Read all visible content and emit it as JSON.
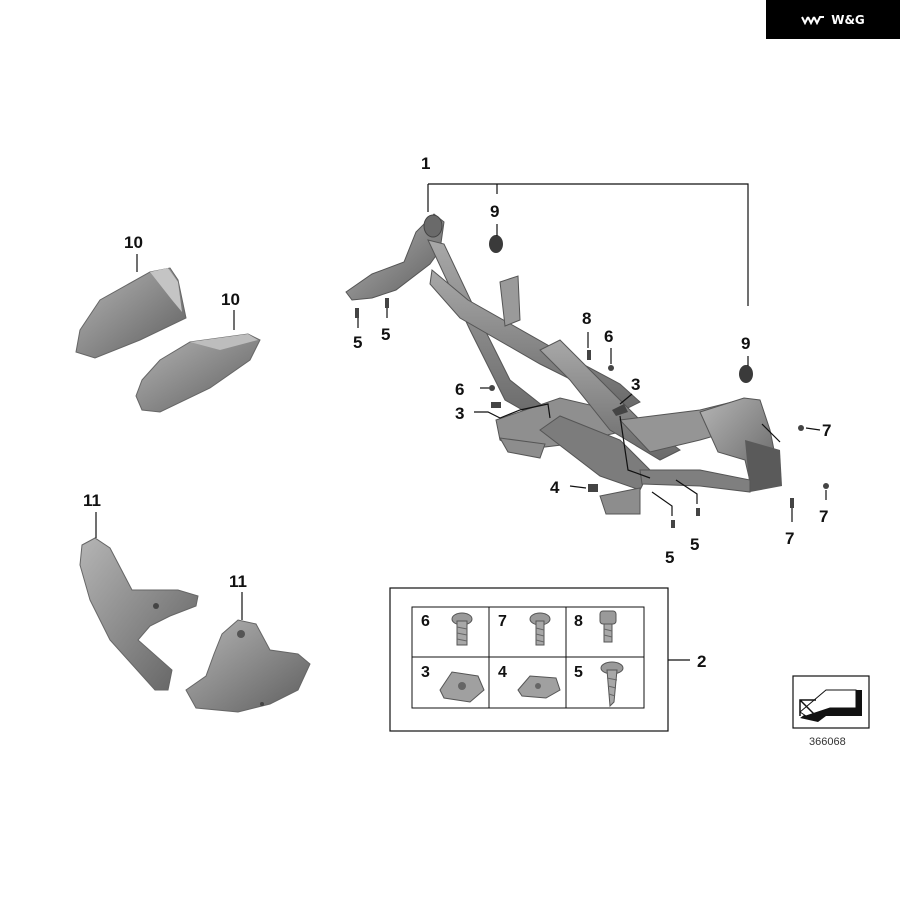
{
  "brand": {
    "label": "W&G",
    "logo_icon": "wg-chevrons-logo",
    "background": "#000000",
    "text_color": "#ffffff"
  },
  "diagram": {
    "part_color": "#8c8c8c",
    "callouts": {
      "frame": "1",
      "fastener_kit": "2",
      "nut_clip_left": "3",
      "nut_clip_right": "3",
      "nut_clip_center": "4",
      "screw_5_a": "5",
      "screw_5_b": "5",
      "screw_5_c": "5",
      "screw_5_d": "5",
      "screw_6_a": "6",
      "screw_6_b": "6",
      "screw_7_a": "7",
      "screw_7_b": "7",
      "screw_7_c": "7",
      "screw_8": "8",
      "rubber_buffer_left": "9",
      "rubber_buffer_right": "9",
      "side_cover_upper": "10",
      "side_cover_lower": "10",
      "mud_guard_left": "11",
      "mud_guard_right": "11"
    },
    "kit_cells": [
      "6",
      "7",
      "8",
      "3",
      "4",
      "5"
    ],
    "diagram_number": "366068"
  }
}
